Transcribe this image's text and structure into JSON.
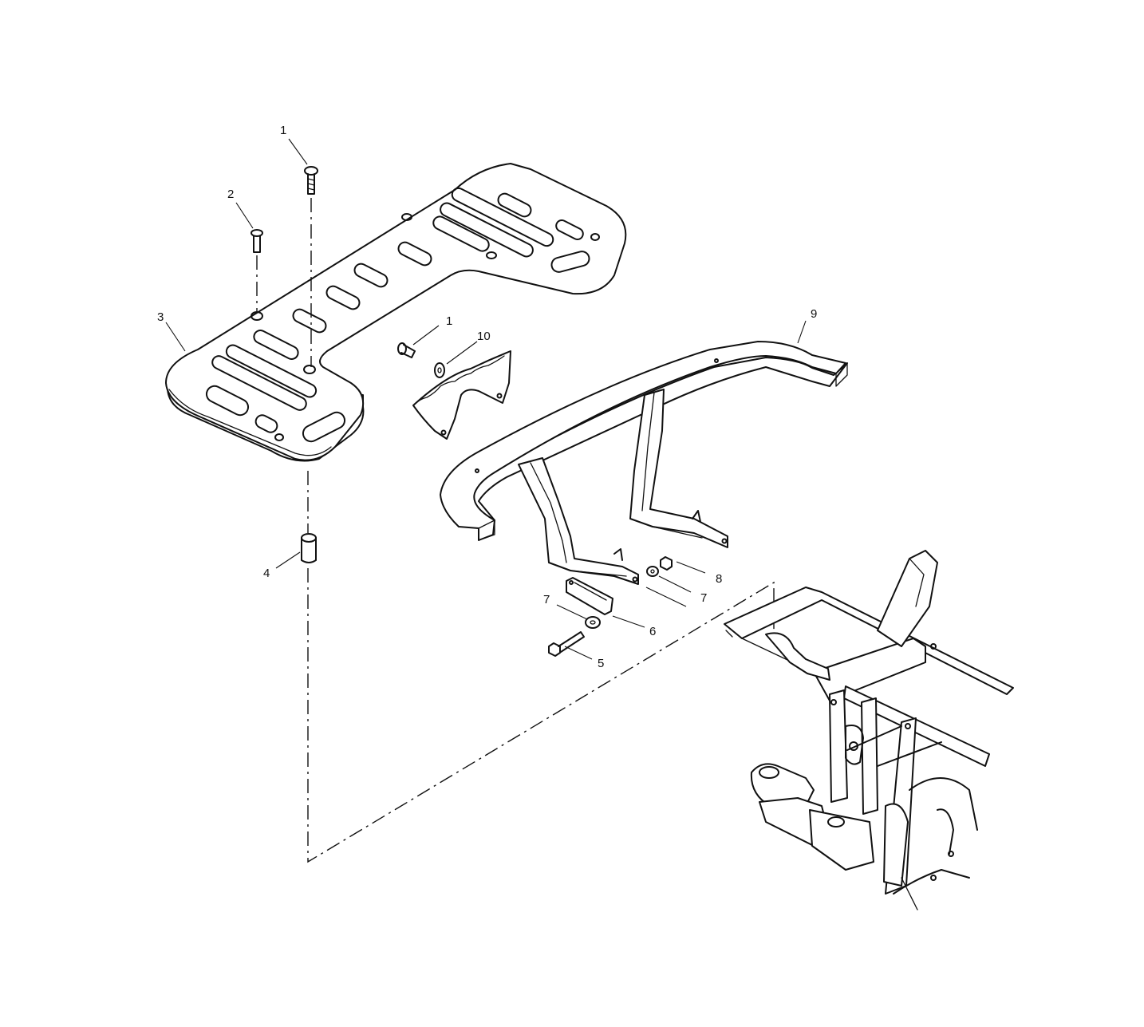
{
  "callouts": [
    {
      "id": "c1a",
      "label": "1"
    },
    {
      "id": "c2",
      "label": "2"
    },
    {
      "id": "c3",
      "label": "3"
    },
    {
      "id": "c4",
      "label": "4"
    },
    {
      "id": "c1b",
      "label": "1"
    },
    {
      "id": "c10",
      "label": "10"
    },
    {
      "id": "c9",
      "label": "9"
    },
    {
      "id": "c8",
      "label": "8"
    },
    {
      "id": "c7a",
      "label": "7"
    },
    {
      "id": "c7b",
      "label": "7"
    },
    {
      "id": "c6",
      "label": "6"
    },
    {
      "id": "c5",
      "label": "5"
    }
  ]
}
